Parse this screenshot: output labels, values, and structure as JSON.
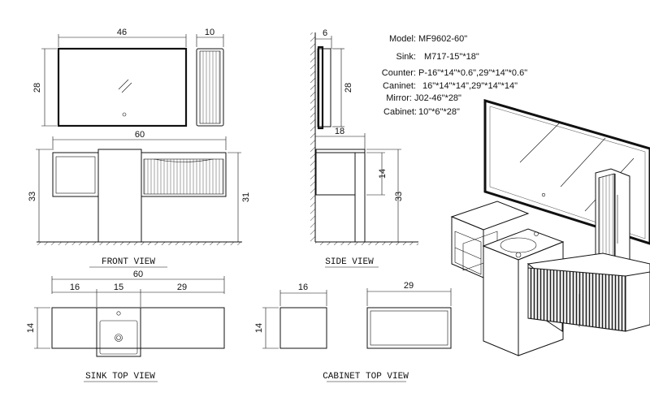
{
  "specs": {
    "model": {
      "label": "Model:",
      "value": "MF9602-60\""
    },
    "sink": {
      "label": "Sink:",
      "value": "M717-15\"*18\""
    },
    "counter": {
      "label": "Counter:",
      "value": "P-16\"*14\"*0.6\",29\"*14\"*0.6\""
    },
    "caninet": {
      "label": "Caninet:",
      "value": "16\"*14\"*14\",29\"*14\"*14\""
    },
    "mirror": {
      "label": "Mirror:",
      "value": "J02-46\"*28\""
    },
    "cabinet": {
      "label": "Cabinet:",
      "value": "10\"*6\"*28\""
    }
  },
  "views": {
    "front": "FRONT VIEW",
    "side": "SIDE VIEW",
    "sink_top": "SINK TOP VIEW",
    "cabinet_top": "CABINET TOP VIEW"
  },
  "dimensions": {
    "mirror_width": "46",
    "mirror_height": "28",
    "side_cabinet_width": "10",
    "front_total_width": "60",
    "front_left_height": "33",
    "front_right_height": "31",
    "side_depth_top": "6",
    "side_mirror_height": "28",
    "side_depth": "18",
    "side_cabinet_height": "14",
    "side_total_height": "33",
    "top_total": "60",
    "top_left": "16",
    "top_mid": "15",
    "top_right": "29",
    "top_depth": "14",
    "cab_top_left": "16",
    "cab_top_depth": "14",
    "cab_top_right": "29"
  }
}
